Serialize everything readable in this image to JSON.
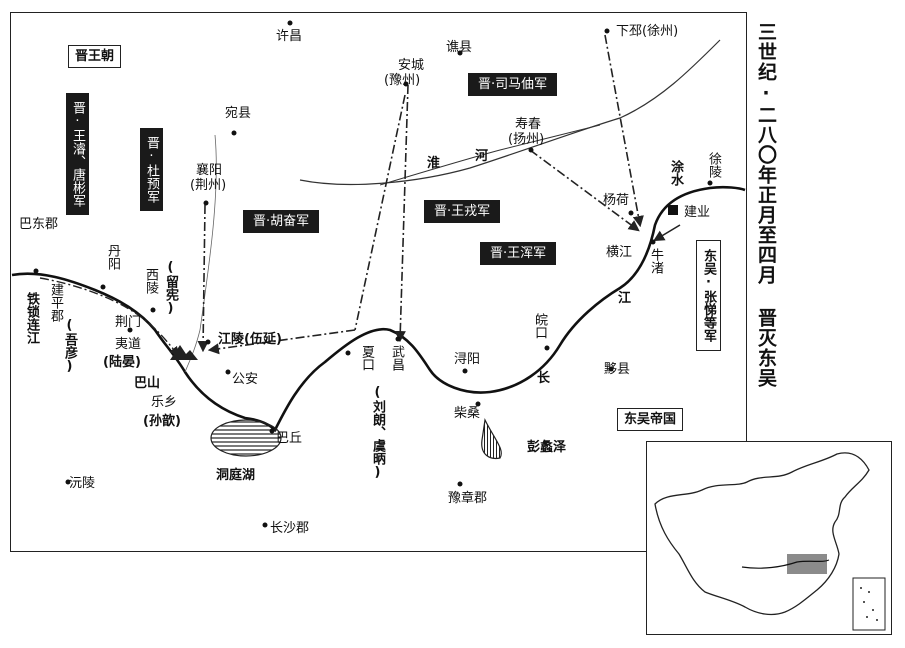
{
  "title": {
    "left_box": "晋王朝",
    "side_title": "三世纪·二八〇年正月至四月 晋灭东吴",
    "wu_empire": "东吴帝国"
  },
  "armies": {
    "wang_jun": "晋·王濬、唐彬军",
    "du_yu": "晋·杜预军",
    "hu_fen": "晋·胡奋军",
    "wang_rong": "晋·王戎军",
    "wang_hun": "晋·王浑军",
    "sima_zhou": "晋·司马伷军",
    "wu_zhang_ti": "东吴·张悌等军"
  },
  "places": {
    "xuchang": "许昌",
    "qiaoxian": "谯县",
    "xiapi": "下邳(徐州)",
    "anchen": "安城",
    "anchen_sub": "(豫州)",
    "wanxian": "宛县",
    "shouchun": "寿春",
    "shouchun_sub": "(扬州)",
    "xiangyang": "襄阳",
    "xiangyang_sub": "(荆州)",
    "badong": "巴东郡",
    "danyang": "丹阳",
    "xiling": "西陵",
    "liuxian": "(留宪)",
    "jianping": "建平郡",
    "wuyan": "(吾彦)",
    "tiesuo": "铁锁连江",
    "jingmen": "荆门",
    "yidao": "夷道",
    "luyan": "(陆晏)",
    "bashan": "巴山",
    "yuexiang": "乐乡",
    "sunxin": "(孙歆)",
    "jiangling": "江陵(伍延)",
    "gongan": "公安",
    "baqiu": "巴丘",
    "dongting": "洞庭湖",
    "xiakou": "夏口",
    "wuchang": "武昌",
    "liulang": "(刘朗、虞昞)",
    "xunyang": "浔阳",
    "chaisang": "柴桑",
    "pengli": "彭蠡泽",
    "wankou": "皖口",
    "yijiang": "长",
    "jiang2": "江",
    "yanghe": "杨荷",
    "hengjiang": "横江",
    "niuzhu": "牛渚",
    "jianye": "建业",
    "tushui": "涂水",
    "xuling": "徐陵",
    "yixian": "黟县",
    "huaihe_1": "淮",
    "huaihe_2": "河",
    "yuanling": "沅陵",
    "yuzhang": "豫章郡",
    "changsha": "长沙郡"
  },
  "colors": {
    "army_bg": "#1a1a1a",
    "army_text": "#ffffff",
    "line": "#222222",
    "inset_highlight": "#777777"
  },
  "icons": {
    "capital": "filled-square",
    "city": "dot"
  }
}
